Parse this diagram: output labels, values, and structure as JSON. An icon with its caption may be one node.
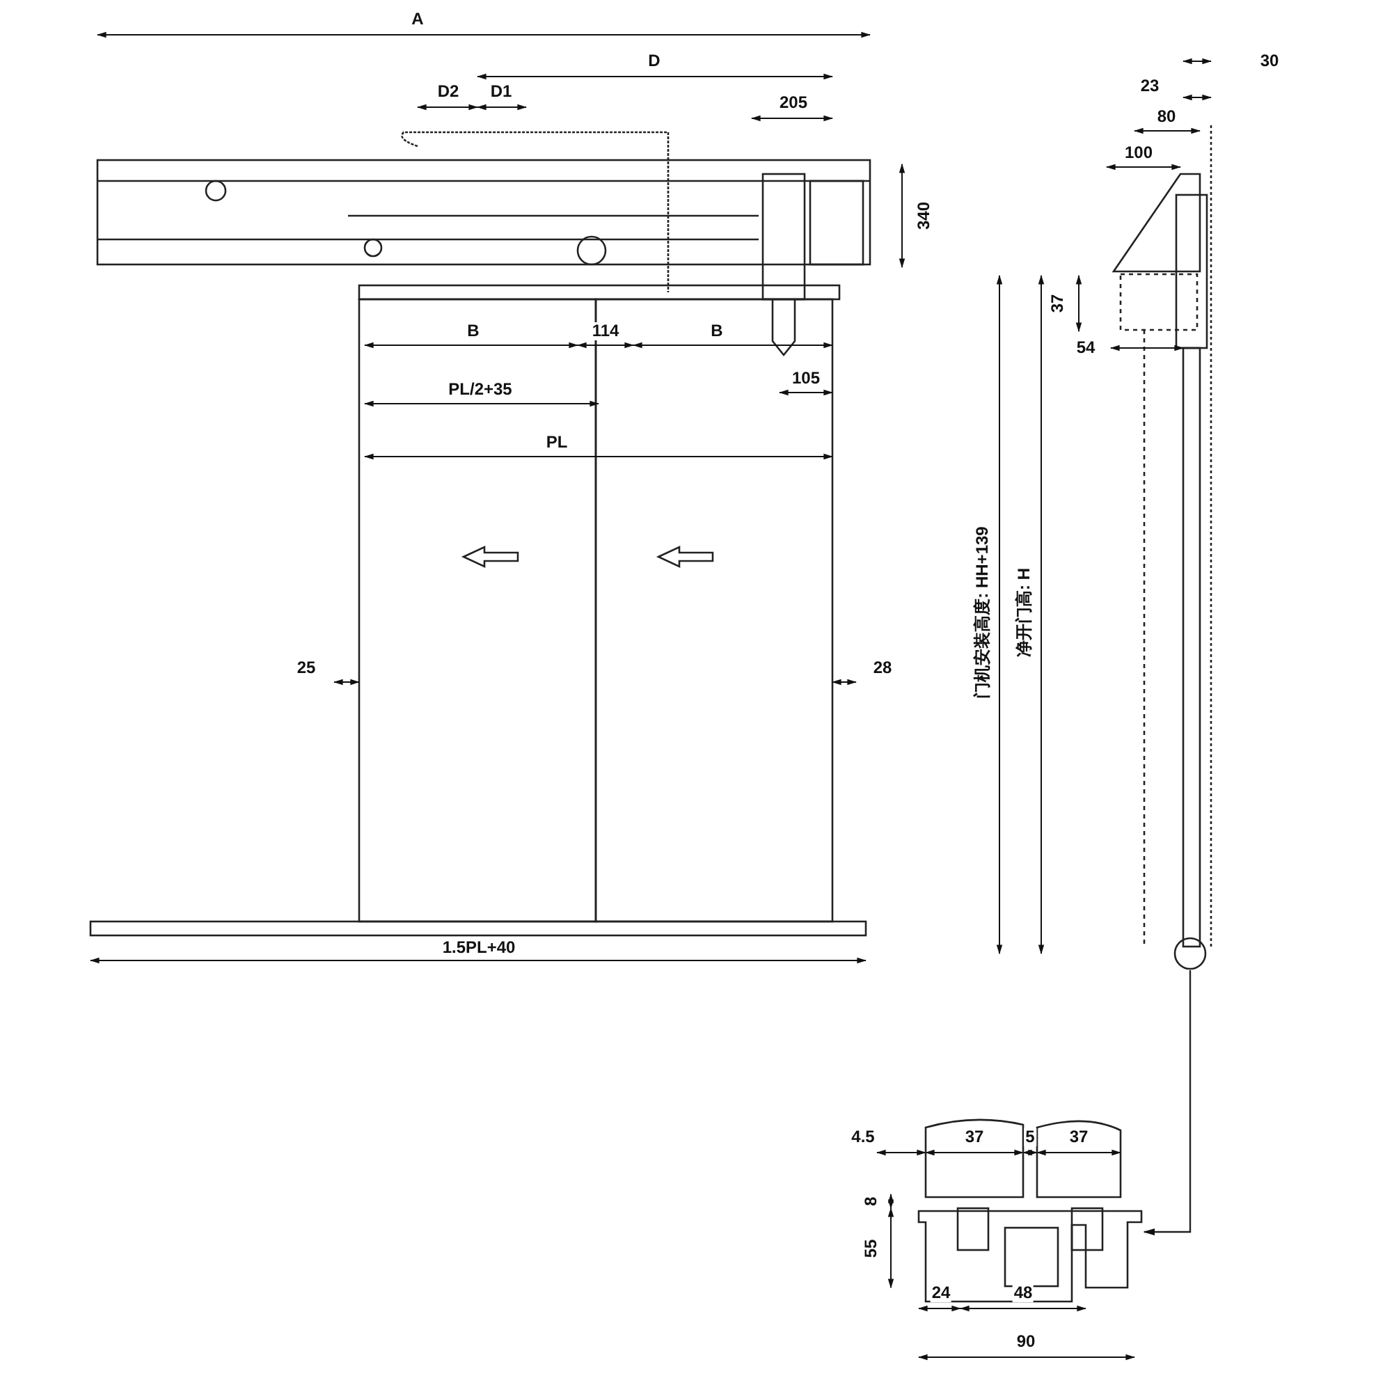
{
  "diagram": {
    "nodes": [
      {
        "text": [],
        "shape": "circle"
      },
      {
        "text": [],
        "shape": "picture"
      }
    ],
    "edges": [
      {
        "from": 0,
        "to": 1,
        "arrow": "to"
      }
    ],
    "labels": [
      "A",
      "D",
      "D2",
      "D1",
      "205",
      "340",
      "B",
      "114",
      "B",
      "105",
      "PL/2+35",
      "PL",
      "25",
      "28",
      "1.5PL+40",
      "30",
      "23",
      "80",
      "100",
      "37",
      "54",
      "门机安装高度: HH+139",
      "净开门高: H",
      "4.5",
      "37",
      "5",
      "37",
      "8",
      "55",
      "24",
      "48",
      "90"
    ]
  }
}
